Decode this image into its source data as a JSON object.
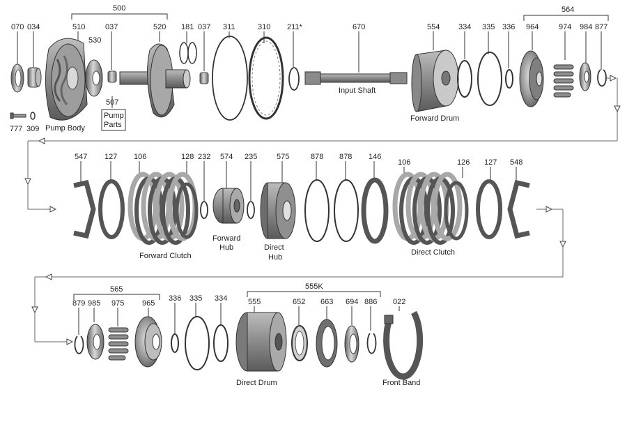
{
  "diagram": {
    "row1": {
      "group_500": "500",
      "group_564": "564",
      "parts": [
        "070",
        "034",
        "510",
        "530",
        "037",
        "520",
        "181",
        "037",
        "311",
        "310",
        "211*",
        "670",
        "554",
        "334",
        "335",
        "336",
        "964",
        "974",
        "984",
        "877",
        "777",
        "309",
        "507"
      ],
      "captions": {
        "pump_body": "Pump Body",
        "pump_parts_line1": "Pump",
        "pump_parts_line2": "Parts",
        "input_shaft": "Input Shaft",
        "forward_drum": "Forward  Drum"
      }
    },
    "row2": {
      "parts": [
        "547",
        "127",
        "106",
        "128",
        "232",
        "574",
        "235",
        "575",
        "878",
        "878",
        "146",
        "106",
        "126",
        "127",
        "548"
      ],
      "captions": {
        "forward_hub_line1": "Forward",
        "forward_hub_line2": "Hub",
        "direct_hub_line1": "Direct",
        "direct_hub_line2": "Hub",
        "forward_clutch": "Forward  Clutch",
        "direct_clutch": "Direct Clutch"
      }
    },
    "row3": {
      "group_565": "565",
      "group_555k": "555K",
      "parts": [
        "879",
        "985",
        "975",
        "965",
        "336",
        "335",
        "334",
        "555",
        "652",
        "663",
        "694",
        "886",
        "022"
      ],
      "captions": {
        "direct_drum": "Direct Drum",
        "front_band": "Front Band"
      }
    },
    "colors": {
      "metal_dark": "#6e6e6e",
      "metal_mid": "#a3a3a3",
      "metal_light": "#d2d2d2",
      "friction": "#8c8c8c",
      "line": "#333333"
    }
  }
}
